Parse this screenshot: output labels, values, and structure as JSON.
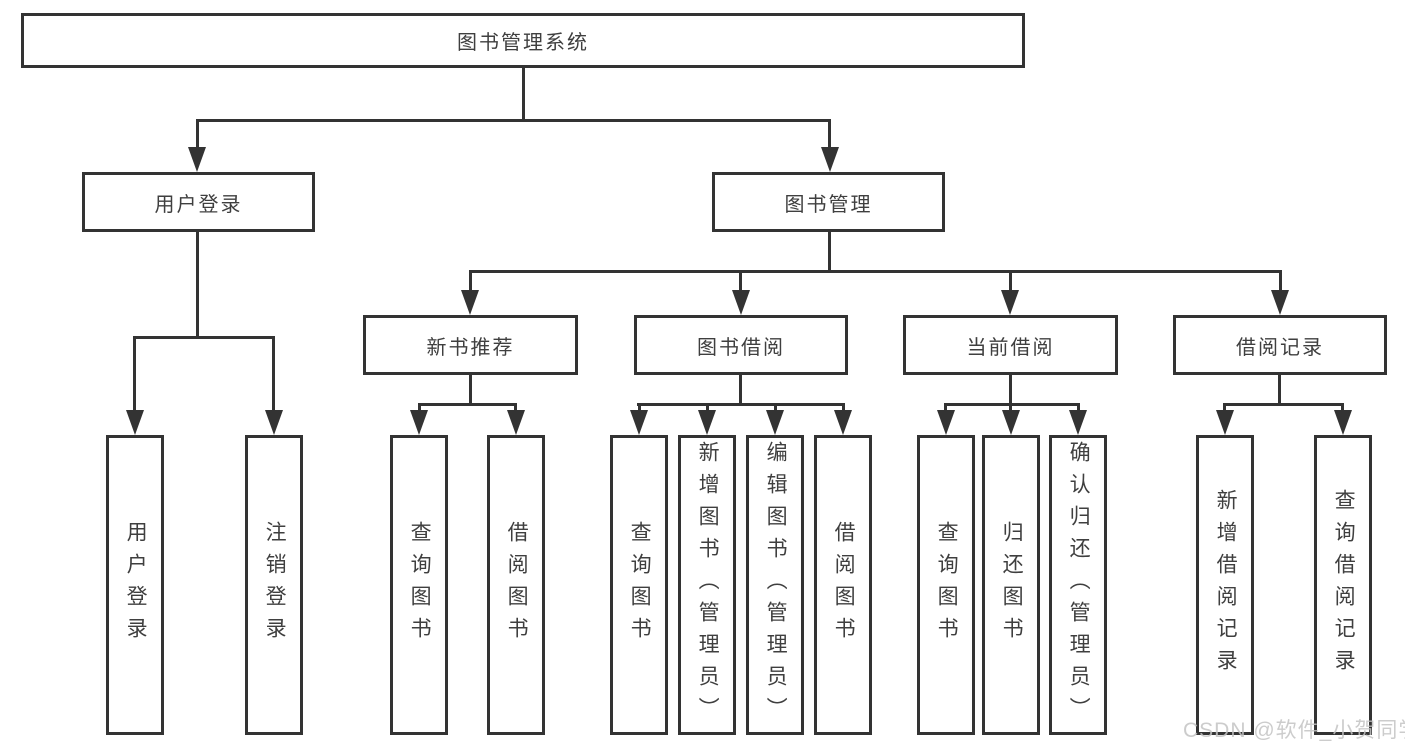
{
  "diagram": {
    "title": "图书管理系统",
    "branches": [
      {
        "label": "用户登录",
        "children": [
          {
            "label": "用户登录"
          },
          {
            "label": "注销登录"
          }
        ]
      },
      {
        "label": "图书管理",
        "children": [
          {
            "label": "新书推荐",
            "children": [
              {
                "label": "查询图书"
              },
              {
                "label": "借阅图书"
              }
            ]
          },
          {
            "label": "图书借阅",
            "children": [
              {
                "label": "查询图书"
              },
              {
                "label": "新增图书（管理员）"
              },
              {
                "label": "编辑图书（管理员）"
              },
              {
                "label": "借阅图书"
              }
            ]
          },
          {
            "label": "当前借阅",
            "children": [
              {
                "label": "查询图书"
              },
              {
                "label": "归还图书"
              },
              {
                "label": "确认归还（管理员）"
              }
            ]
          },
          {
            "label": "借阅记录",
            "children": [
              {
                "label": "新增借阅记录"
              },
              {
                "label": "查询借阅记录"
              }
            ]
          }
        ]
      }
    ]
  },
  "watermark": {
    "text": "CSDN @软件_小贺同学"
  },
  "colors": {
    "line": "#333333",
    "text": "#3f3f3f",
    "background": "#ffffff",
    "watermark": "#c4c4c4"
  }
}
